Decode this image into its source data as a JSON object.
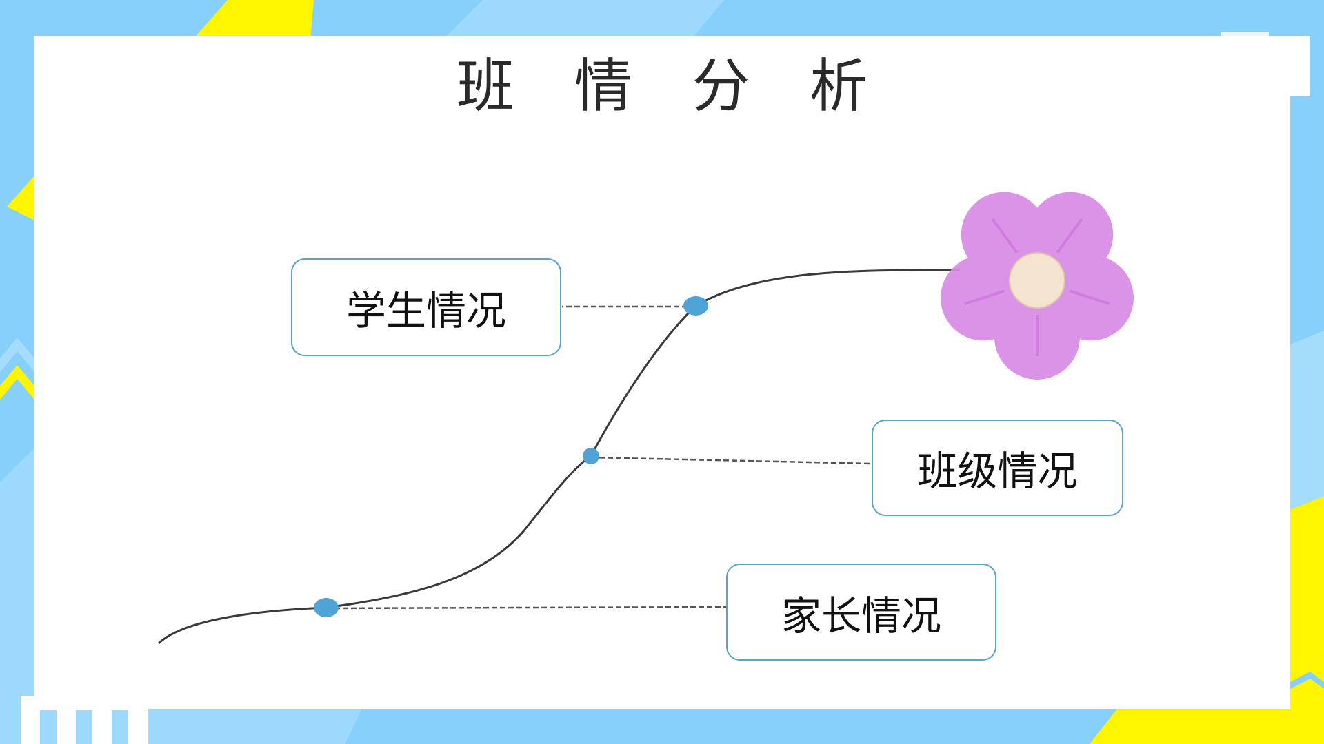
{
  "slide": {
    "title": "班 情 分 析",
    "items": [
      {
        "label": "学生情况"
      },
      {
        "label": "班级情况"
      },
      {
        "label": "家长情况"
      }
    ]
  },
  "colors": {
    "background_blue": "#86d0fb",
    "light_blue": "#a4dcfc",
    "yellow": "#fff500",
    "box_border": "#5aa3c4",
    "dot": "#4fa3d6",
    "curve": "#3a3a3a",
    "petal": "#d98ae6",
    "flower_center": "#f3e3cf"
  },
  "icons": [
    "flower-icon"
  ]
}
